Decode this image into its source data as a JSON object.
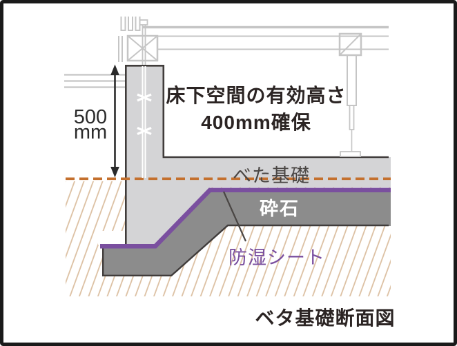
{
  "diagram": {
    "title": "ベタ基礎断面図",
    "labels": {
      "clearance_line1": "床下空間の有効高さ",
      "clearance_line2": "400mm確保",
      "dimension_value": "500",
      "dimension_unit": "mm",
      "slab": "べた基礎",
      "gravel": "砕石",
      "moisture_sheet": "防湿シート"
    },
    "dimensions": {
      "foundation_height": "500mm",
      "underfloor_clearance": "400mm"
    }
  },
  "colors": {
    "accent_purple": "#7a4f9f",
    "ground_orange": "#c4702e",
    "concrete_gray": "#d4d4d6",
    "gravel_gray": "#8c8c8c",
    "outline_dark": "#403c3b",
    "soil_hatch_tan": "#dcc0a2",
    "frame_gray": "#c5c5c5",
    "text_dark": "#2b2423",
    "border_black": "#1a1a1a"
  }
}
